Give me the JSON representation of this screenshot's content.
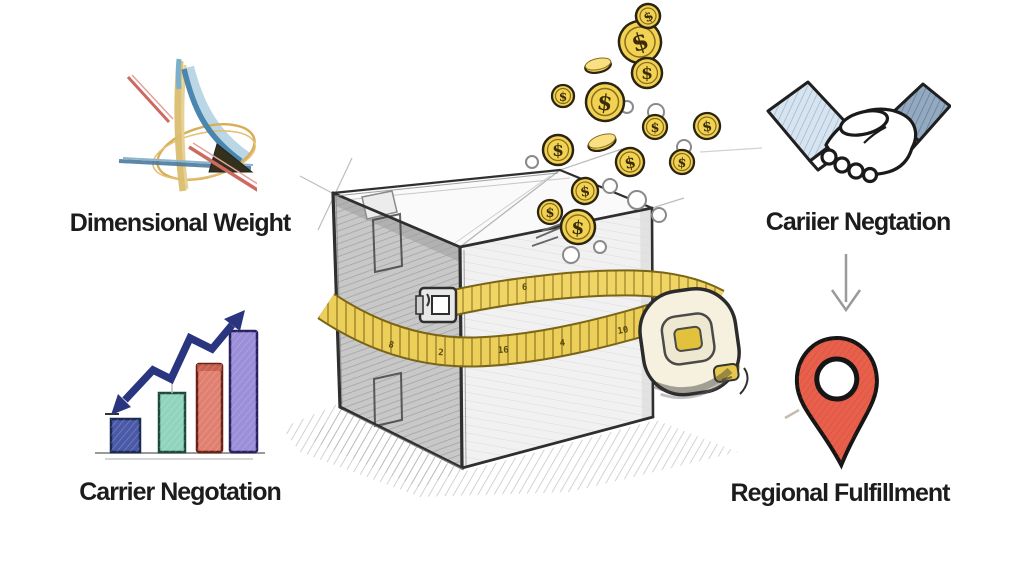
{
  "page": {
    "background_color": "#ffffff"
  },
  "concepts": [
    {
      "label": "Dimensional Weight",
      "icon": "declining-curve-chart-icon",
      "position": "top-left"
    },
    {
      "label": "Cariier Negtation",
      "icon": "handshake-icon",
      "position": "top-right"
    },
    {
      "label": "Carrier Negotation",
      "icon": "rising-bar-chart-icon",
      "position": "bottom-left"
    },
    {
      "label": "Regional Fulfillment",
      "icon": "location-pin-icon",
      "position": "bottom-right"
    }
  ],
  "illustration": {
    "coin_symbol": "$",
    "tape_numbers": [
      "8",
      "2",
      "16",
      "4",
      "10",
      "6"
    ],
    "colors": {
      "tape_yellow": "#eccf58",
      "tape_edge": "#7a6418",
      "coin_gold": "#f2d253",
      "coin_outline": "#2b2410",
      "pin_red": "#e8604c",
      "bar_blue": "#4a5aa8",
      "bar_teal": "#8fd4bc",
      "bar_red": "#e08070",
      "bar_purple": "#9a8fd8",
      "zigzag_navy": "#2a3580",
      "sleeve_light_blue": "#d7e4f0",
      "sleeve_dark_blue": "#93a9c0",
      "sketch_ink": "#2f2f2f",
      "down_arrow_gray": "#9a9a9a"
    }
  }
}
